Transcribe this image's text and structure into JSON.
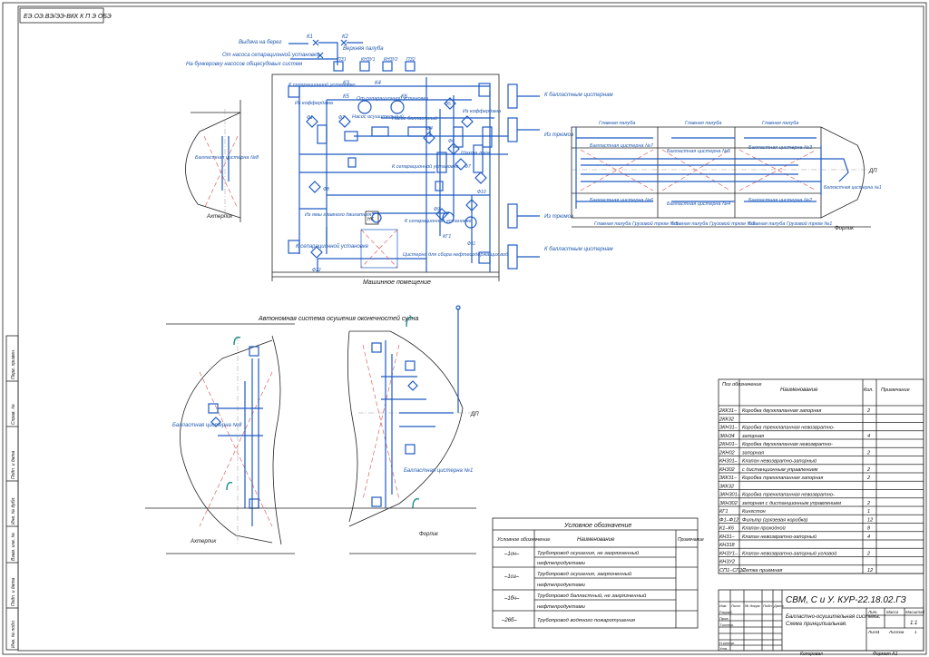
{
  "stamp_top": "ЕЭ.ОЭ.ВЭ/ЭЭ-ВКК К П Э ОБЭ",
  "top_valves": {
    "k1": "К1",
    "k2": "К2",
    "k3": "К3",
    "k4": "К4",
    "k5": "К5",
    "k6": "К6"
  },
  "top_notes": {
    "deck_out": "Выдача на берег",
    "upper_deck": "Верхняя палуба",
    "from_sep_pumps": "От насоса сепарационной установки",
    "to_bunker_pumps": "На бункеровку насосов общесудовых систем"
  },
  "engine_room": {
    "caption": "Машинное помещение",
    "to_sep_1": "К сепарационной установке",
    "from_coffer_1": "Из коффердама",
    "from_sep": "От сепарационной установки",
    "pump_drain": "Насос осушительный",
    "pump_ballast": "Насос балластный",
    "from_coffer_2": "Из коффердама",
    "to_sep_2": "К сепарационной установке",
    "from_main_engine": "Из ямы главного двигателя",
    "to_sep_3": "К сепарационной установке",
    "to_sep_4": "К сепарационной установке",
    "oily_tank": "Цистерна для сбора нефтесодержащих вод",
    "pipe_tunnel": "Шахта лага",
    "kg1": "КГ1",
    "f1": "Ф1",
    "f2": "Ф2",
    "f3": "Ф3",
    "f4": "Ф4",
    "f5": "Ф5",
    "f6": "Ф6",
    "f7": "Ф7",
    "f8": "Ф8",
    "f9": "Ф9",
    "f10": "Ф10",
    "f11": "Ф11",
    "f12": "Ф12",
    "to_ballast_1": "К балластным цистернам",
    "to_ballast_2": "К балластным цистернам",
    "from_holds_1": "Из трюмов",
    "from_holds_2": "Из трюмов"
  },
  "ballast_plan": {
    "main_deck": "Главная палуба",
    "tank7": "Балластная цистерна №7",
    "tank5": "Балластная цистерна №5",
    "tank3": "Балластная цистерна №3",
    "tank6": "Балластная цистерна №6",
    "tank4": "Балластная цистерна №4",
    "tank2": "Балластная цистерна №2",
    "tank1": "Балластная цистерна №1",
    "hold3": "Главная палуба Грузовой трюм №3",
    "hold2": "Главная палуба Грузовой трюм №2",
    "hold1": "Главная палуба Грузовой трюм №1",
    "dp": "ДП",
    "aft": "Ахтерпик",
    "fore": "Форпик"
  },
  "autonomous": {
    "title": "Автономная система осушения оконечностей судна",
    "tank8": "Балластная цистерна №8",
    "tank1": "Балластная цистерна №1",
    "aft": "Ахтерпик",
    "fore": "Форпик",
    "dp": "ДП"
  },
  "legend": {
    "title": "Условное обозначение",
    "headers": [
      "Условное обозначение",
      "Наименование",
      "Примечание"
    ],
    "rows": [
      {
        "code": "–1оч–",
        "name": [
          "Трубопровод осушения, не загрязненный",
          "нефтепродуктами"
        ]
      },
      {
        "code": "–1оз–",
        "name": [
          "Трубопровод осушения, загрязненный",
          "нефтепродуктами"
        ]
      },
      {
        "code": "–1бч–",
        "name": [
          "Трубопровод балластный, не загрязненный",
          "нефтепродуктами"
        ]
      },
      {
        "code": "–26б–",
        "name": [
          "Трубопровод водяного пожаротушения"
        ]
      }
    ]
  },
  "spec": {
    "headers": [
      "Поз обозначение",
      "Наименование",
      "Кол.",
      "Примечание"
    ],
    "rows": [
      {
        "pos": "2КК31–",
        "name": "Коробка двухклапанная запорная",
        "qty": "2"
      },
      {
        "pos": "2КК32",
        "name": "",
        "qty": ""
      },
      {
        "pos": "3КН31–",
        "name": "Коробка трехклапанная невозвратно-",
        "qty": ""
      },
      {
        "pos": "3КН34",
        "name": "запорная",
        "qty": "4"
      },
      {
        "pos": "2КН01–",
        "name": "Коробка двухклапанная невозвратно-",
        "qty": ""
      },
      {
        "pos": "2КН02",
        "name": "запорная",
        "qty": "2"
      },
      {
        "pos": "КН301–",
        "name": "Клапан невозвратно-запорный",
        "qty": ""
      },
      {
        "pos": "КН302",
        "name": "с дистанционным управлением",
        "qty": "2"
      },
      {
        "pos": "3КК31–",
        "name": "Коробка трехклапанная запорная",
        "qty": "2"
      },
      {
        "pos": "3КК32",
        "name": "",
        "qty": ""
      },
      {
        "pos": "3КН301–",
        "name": "Коробка трехклапанная невозвратно-",
        "qty": ""
      },
      {
        "pos": "3КН302",
        "name": "запорная с дистанционным управлением",
        "qty": "2"
      },
      {
        "pos": "КГ1",
        "name": "Кингстон",
        "qty": "1"
      },
      {
        "pos": "Ф1–Ф12",
        "name": "Фильтр (грязевая коробка)",
        "qty": "12"
      },
      {
        "pos": "К1–К6",
        "name": "Клапан проходной",
        "qty": "8"
      },
      {
        "pos": "КН31–",
        "name": "Клапан невозвратно-запорный",
        "qty": "4"
      },
      {
        "pos": "КН318",
        "name": "",
        "qty": ""
      },
      {
        "pos": "КН3У1–",
        "name": "Клапан невозвратно-запорный угловой",
        "qty": "2"
      },
      {
        "pos": "КН3У2",
        "name": "",
        "qty": ""
      },
      {
        "pos": "СП1–СП12",
        "name": "Сетка приемная",
        "qty": "12"
      }
    ]
  },
  "title_block": {
    "code": "СВМ, С и У. КУР-22.18.02.ГЗ",
    "name1": "Балластно-осушительная система.",
    "name2": "Схема принципиальная.",
    "lit": "Лит.",
    "mass": "Масса",
    "scale": "Масштаб",
    "scale_val": "1:1",
    "sheet": "Лист",
    "sheet_val": "1",
    "sheets": "Листов",
    "sheets_val": "1",
    "rows": [
      "Изм.",
      "Лист",
      "№ докум.",
      "Подп.",
      "Дата"
    ],
    "roles": [
      "Разраб.",
      "Пров.",
      "Т.контр.",
      "Н.контр.",
      "Утв."
    ],
    "copied": "Копировал",
    "format": "Формат А1"
  },
  "side_stamps": [
    "Перв. примен.",
    "Справ. №",
    "Подп. и дата",
    "Инв. № дубл.",
    "Взам. инв. №",
    "Подп. и дата",
    "Инв. № подл."
  ]
}
